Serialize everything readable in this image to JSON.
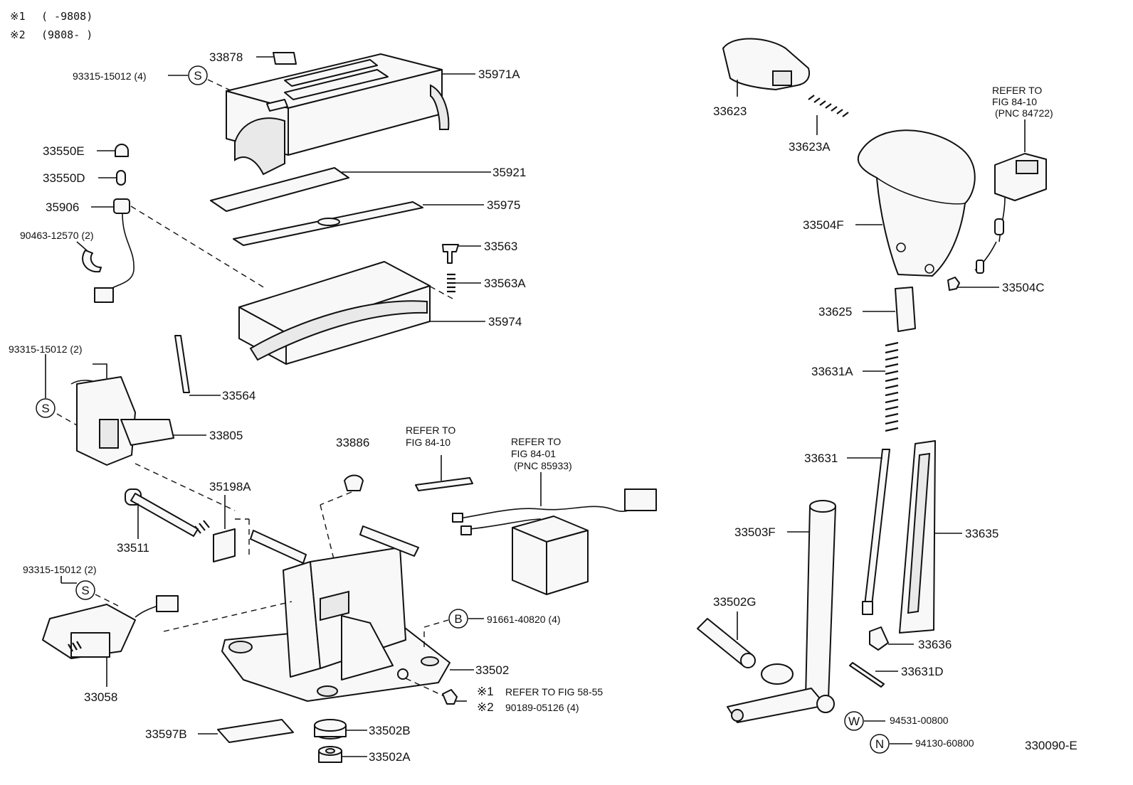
{
  "notes": [
    {
      "mark": "※1",
      "text": "(        -9808)"
    },
    {
      "mark": "※2",
      "text": "(9808-        )"
    }
  ],
  "labels": {
    "p33878": "33878",
    "p35971A": "35971A",
    "p93315_4": "93315-15012 (4)",
    "p33550E": "33550E",
    "p33550D": "33550D",
    "p35921": "35921",
    "p35906": "35906",
    "p35975": "35975",
    "p90463": "90463-12570 (2)",
    "p33563": "33563",
    "p33563A": "33563A",
    "p35974": "35974",
    "p93315_2a": "93315-15012 (2)",
    "p33564": "33564",
    "p33805": "33805",
    "p33886": "33886",
    "refer_8410_a": [
      "REFER TO",
      "FIG 84-10"
    ],
    "refer_8401": [
      "REFER TO",
      "FIG 84-01",
      "(PNC 85933)"
    ],
    "p35198A": "35198A",
    "p33511": "33511",
    "p93315_2b": "93315-15012 (2)",
    "p91661": "91661-40820 (4)",
    "p33058": "33058",
    "p33502": "33502",
    "refer_5855": "REFER TO FIG 58-55",
    "p90189": "90189-05126 (4)",
    "p33597B": "33597B",
    "p33502B": "33502B",
    "p33502A": "33502A",
    "p33623": "33623",
    "p33623A": "33623A",
    "refer_8410_b": [
      "REFER TO",
      "FIG 84-10",
      "(PNC 84722)"
    ],
    "p33504F": "33504F",
    "p33504C": "33504C",
    "p33625": "33625",
    "p33631A": "33631A",
    "p33631": "33631",
    "p33503F": "33503F",
    "p33635": "33635",
    "p33502G": "33502G",
    "p33636": "33636",
    "p33631D": "33631D",
    "p94531": "94531-00800",
    "p94130": "94130-60800",
    "diagram_id": "330090-E"
  },
  "badges": {
    "S": "S",
    "B": "B",
    "W": "W",
    "N": "N",
    "m1": "※1",
    "m2": "※2"
  }
}
